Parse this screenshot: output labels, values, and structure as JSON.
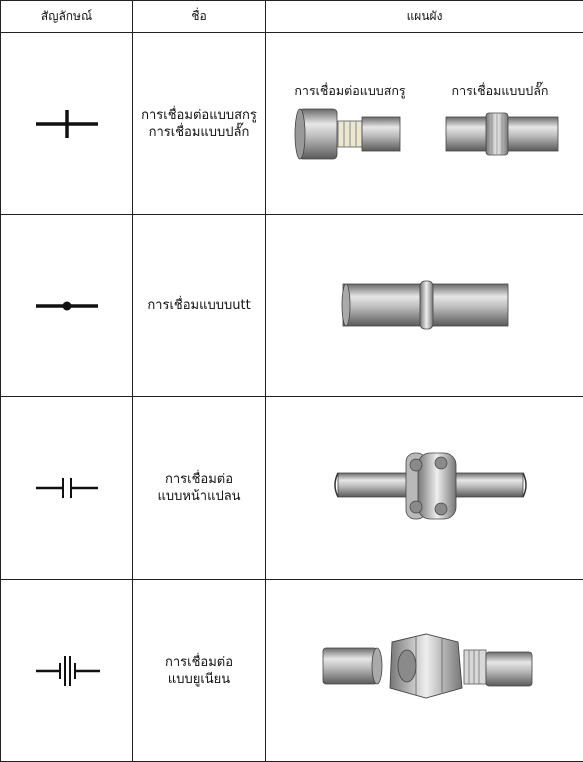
{
  "headers": {
    "symbol": "สัญลักษณ์",
    "name": "ชื่อ",
    "diagram": "แผนผัง"
  },
  "rows": [
    {
      "symbol_icon": "plus-cross-symbol-icon",
      "name_lines": [
        "การเชื่อมต่อแบบสกรู",
        "การเชื่อมแบบปลั๊ก"
      ],
      "diagram_labels": [
        "การเชื่อมต่อแบบสกรู",
        "การเชื่อมแบบปลั๊ก"
      ]
    },
    {
      "symbol_icon": "dot-line-symbol-icon",
      "name_lines": [
        "การเชื่อมแบบบutt"
      ]
    },
    {
      "symbol_icon": "double-bar-symbol-icon",
      "name_lines": [
        "การเชื่อมต่อ",
        "แบบหน้าแปลน"
      ]
    },
    {
      "symbol_icon": "union-symbol-icon",
      "name_lines": [
        "การเชื่อมต่อ",
        "แบบยูเนียน"
      ]
    }
  ]
}
